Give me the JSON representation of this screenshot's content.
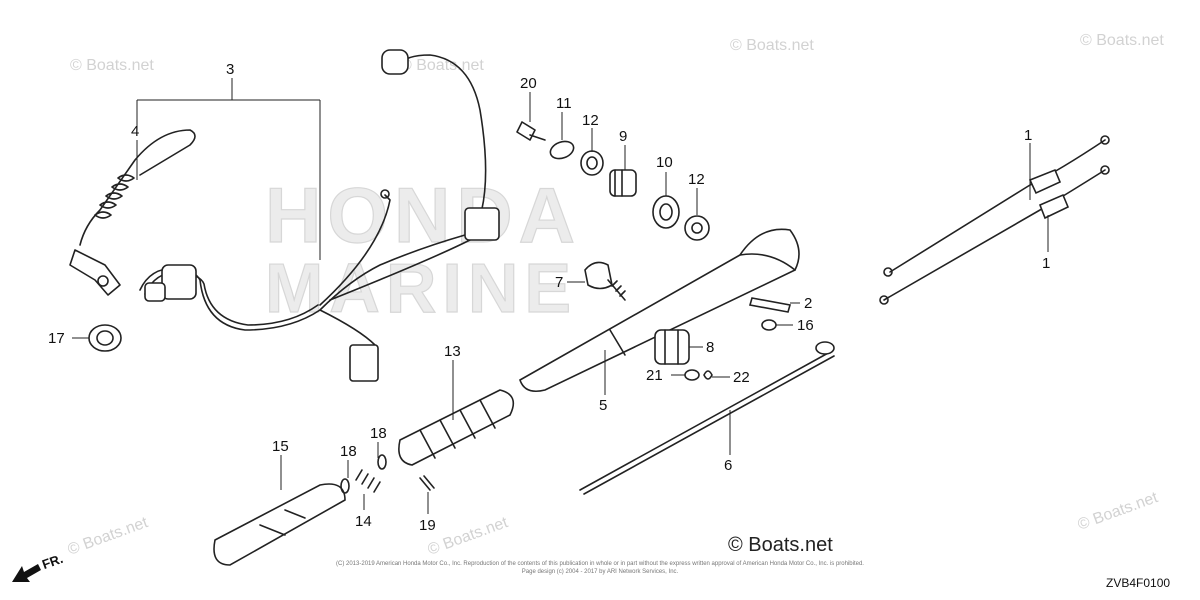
{
  "watermark": "© Boats.net",
  "brand_logo": "© Boats.net",
  "background_brand": [
    "HONDA",
    "MARINE"
  ],
  "diagram_code": "ZVB4F0100",
  "front_indicator": "FR.",
  "copyright": [
    "(C) 2013-2019 American Honda Motor Co., Inc. Reproduction of the contents of this publication in whole or in part without the express written approval of American Honda Motor Co., Inc. is prohibited.",
    "Page design (c) 2004 - 2017 by ARI Network Services, Inc."
  ],
  "callouts": [
    "1",
    "1",
    "2",
    "3",
    "4",
    "5",
    "6",
    "7",
    "8",
    "9",
    "10",
    "11",
    "12",
    "12",
    "13",
    "14",
    "15",
    "16",
    "17",
    "18",
    "18",
    "19",
    "20",
    "21",
    "22"
  ]
}
